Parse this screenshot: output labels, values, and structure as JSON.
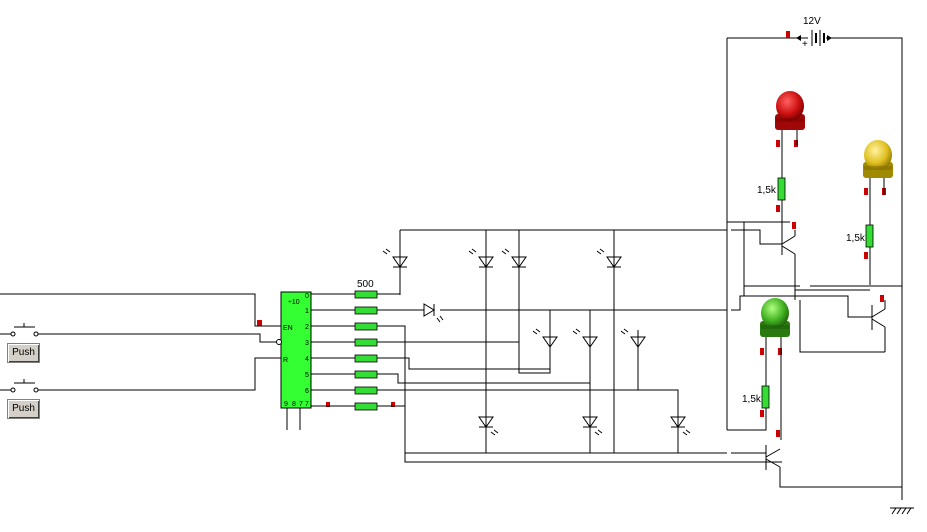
{
  "components": {
    "battery": {
      "label": "12V",
      "plus": "+"
    },
    "counter": {
      "title": "÷10",
      "en": "EN",
      "r": "R",
      "outputs": [
        "0",
        "1",
        "2",
        "3",
        "4",
        "5",
        "6",
        "7"
      ],
      "bottom_pins": [
        "9",
        "8",
        "7"
      ]
    },
    "resistor_bank": {
      "label": "500"
    },
    "resistor_red": {
      "label": "1,5k"
    },
    "resistor_yellow": {
      "label": "1,5k"
    },
    "resistor_green": {
      "label": "1,5k"
    },
    "push_buttons": [
      {
        "label": "Push"
      },
      {
        "label": "Push"
      }
    ]
  },
  "colors": {
    "led_red": "#cc1010",
    "led_yellow": "#e0c020",
    "led_green": "#40b020",
    "counter_body": "#33ff33",
    "resistor": "#33dd33",
    "pin_marker": "#cc0000"
  }
}
